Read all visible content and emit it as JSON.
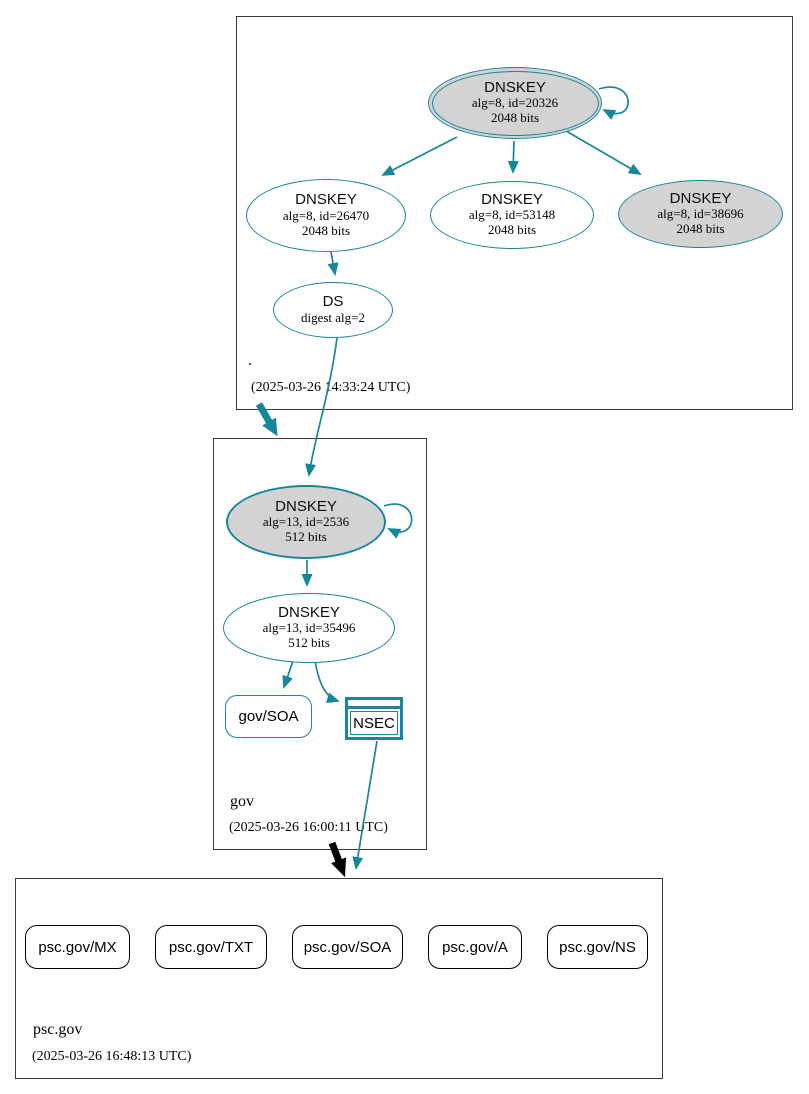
{
  "colors": {
    "secure_teal": "#17859a",
    "key_fill_gray": "#d3d3d3",
    "node_fill_white": "#ffffff",
    "delegation_black": "#000000"
  },
  "zones": {
    "root": {
      "label": ".",
      "timestamp": "(2025-03-26 14:33:24 UTC)",
      "nodes": {
        "ksk": {
          "title": "DNSKEY",
          "detail_alg": "alg=8, id=20326",
          "detail_bits": "2048 bits"
        },
        "zsk_26470": {
          "title": "DNSKEY",
          "detail_alg": "alg=8, id=26470",
          "detail_bits": "2048 bits"
        },
        "zsk_53148": {
          "title": "DNSKEY",
          "detail_alg": "alg=8, id=53148",
          "detail_bits": "2048 bits"
        },
        "zsk_38696": {
          "title": "DNSKEY",
          "detail_alg": "alg=8, id=38696",
          "detail_bits": "2048 bits"
        },
        "ds": {
          "title": "DS",
          "detail_alg": "digest alg=2"
        }
      }
    },
    "gov": {
      "label": "gov",
      "timestamp": "(2025-03-26 16:00:11 UTC)",
      "nodes": {
        "ksk": {
          "title": "DNSKEY",
          "detail_alg": "alg=13, id=2536",
          "detail_bits": "512 bits"
        },
        "zsk": {
          "title": "DNSKEY",
          "detail_alg": "alg=13, id=35496",
          "detail_bits": "512 bits"
        },
        "soa": {
          "label": "gov/SOA"
        },
        "nsec": {
          "label": "NSEC"
        }
      }
    },
    "psc_gov": {
      "label": "psc.gov",
      "timestamp": "(2025-03-26 16:48:13 UTC)",
      "rrsets": [
        {
          "label": "psc.gov/MX"
        },
        {
          "label": "psc.gov/TXT"
        },
        {
          "label": "psc.gov/SOA"
        },
        {
          "label": "psc.gov/A"
        },
        {
          "label": "psc.gov/NS"
        }
      ]
    }
  }
}
